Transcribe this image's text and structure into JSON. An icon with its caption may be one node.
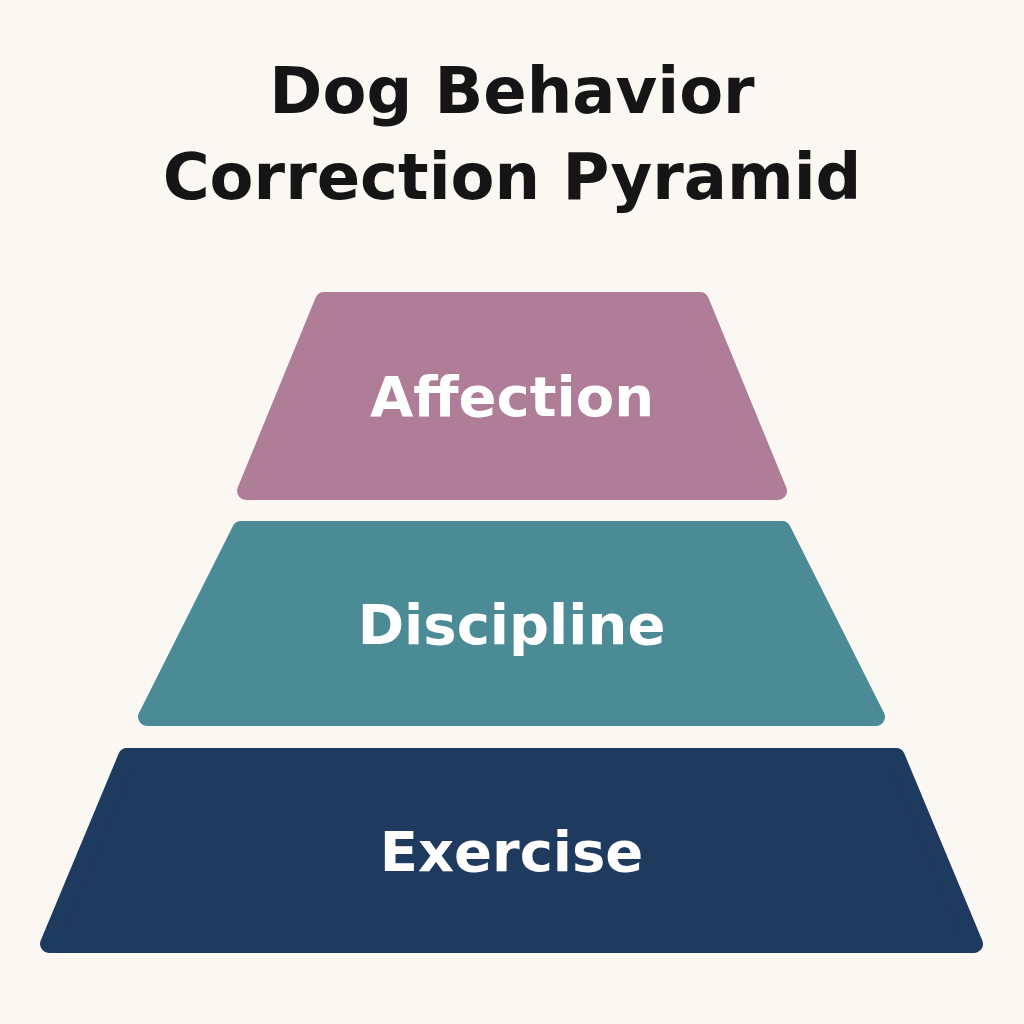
{
  "diagram": {
    "title": "Dog Behavior Correction Pyramid",
    "nodes": [
      {
        "text": [
          "Affection"
        ]
      },
      {
        "text": [
          "Discipline"
        ]
      },
      {
        "text": [
          "Exercise"
        ]
      }
    ]
  }
}
